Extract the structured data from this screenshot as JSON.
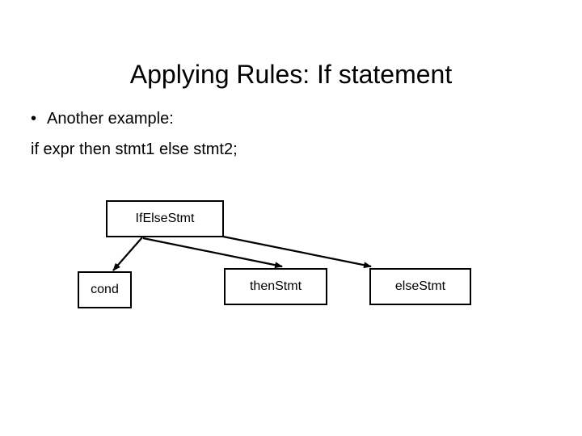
{
  "slide": {
    "title": "Applying Rules: If statement",
    "background_color": "#ffffff",
    "text_color": "#000000"
  },
  "body": {
    "bullet_marker": "•",
    "bullet_text": "Another example:",
    "code_text": "if expr then stmt1 else stmt2;"
  },
  "diagram": {
    "type": "parse-tree",
    "root": {
      "label": "IfElseStmt"
    },
    "children": [
      {
        "label": "cond"
      },
      {
        "label": "thenStmt"
      },
      {
        "label": "elseStmt"
      }
    ],
    "edges": [
      {
        "from": "IfElseStmt",
        "to": "cond"
      },
      {
        "from": "IfElseStmt",
        "to": "thenStmt"
      },
      {
        "from": "IfElseStmt",
        "to": "elseStmt"
      }
    ],
    "node_border_color": "#000000",
    "node_fill_color": "#ffffff",
    "edge_color": "#000000"
  }
}
